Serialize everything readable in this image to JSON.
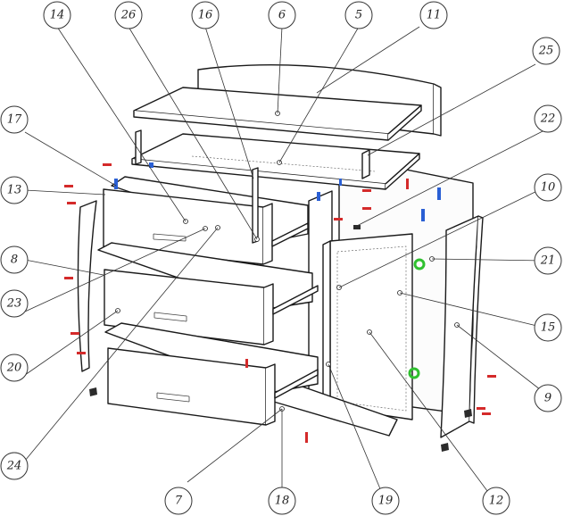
{
  "callouts": [
    {
      "id": "c14",
      "label": "14"
    },
    {
      "id": "c26",
      "label": "26"
    },
    {
      "id": "c16",
      "label": "16"
    },
    {
      "id": "c6",
      "label": "6"
    },
    {
      "id": "c5",
      "label": "5"
    },
    {
      "id": "c11",
      "label": "11"
    },
    {
      "id": "c25",
      "label": "25"
    },
    {
      "id": "c17",
      "label": "17"
    },
    {
      "id": "c22",
      "label": "22"
    },
    {
      "id": "c13",
      "label": "13"
    },
    {
      "id": "c10",
      "label": "10"
    },
    {
      "id": "c8",
      "label": "8"
    },
    {
      "id": "c21",
      "label": "21"
    },
    {
      "id": "c23",
      "label": "23"
    },
    {
      "id": "c15",
      "label": "15"
    },
    {
      "id": "c20",
      "label": "20"
    },
    {
      "id": "c9",
      "label": "9"
    },
    {
      "id": "c24",
      "label": "24"
    },
    {
      "id": "c7",
      "label": "7"
    },
    {
      "id": "c18",
      "label": "18"
    },
    {
      "id": "c19",
      "label": "19"
    },
    {
      "id": "c12",
      "label": "12"
    }
  ],
  "colors": {
    "line": "#1a1a1a",
    "dowel_red": "#d42a2a",
    "clip_blue": "#2a5fd4",
    "hinge_green": "#2fc02f",
    "leg_dark": "#2b2b2b"
  }
}
